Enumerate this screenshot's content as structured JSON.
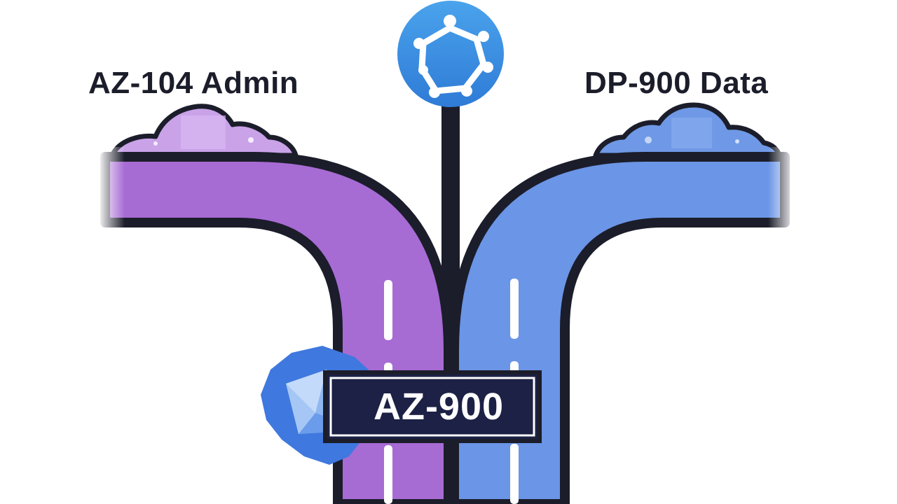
{
  "signpost": {
    "left_branch_label": "AZ-104 Admin",
    "right_branch_label": "DP-900 Data",
    "base_sign_label": "AZ-900"
  },
  "icons": {
    "top": "network-nodes-icon",
    "badge": "azure-crystal-icon",
    "left_cloud": "cloud-icon",
    "right_cloud": "cloud-icon"
  },
  "colors": {
    "left_road": "#a76bd4",
    "right_road": "#6b95e6",
    "outline": "#1b1d2a",
    "sign_background": "#1c2145",
    "badge": "#3f78de",
    "top_icon": "#3b8ee0"
  }
}
